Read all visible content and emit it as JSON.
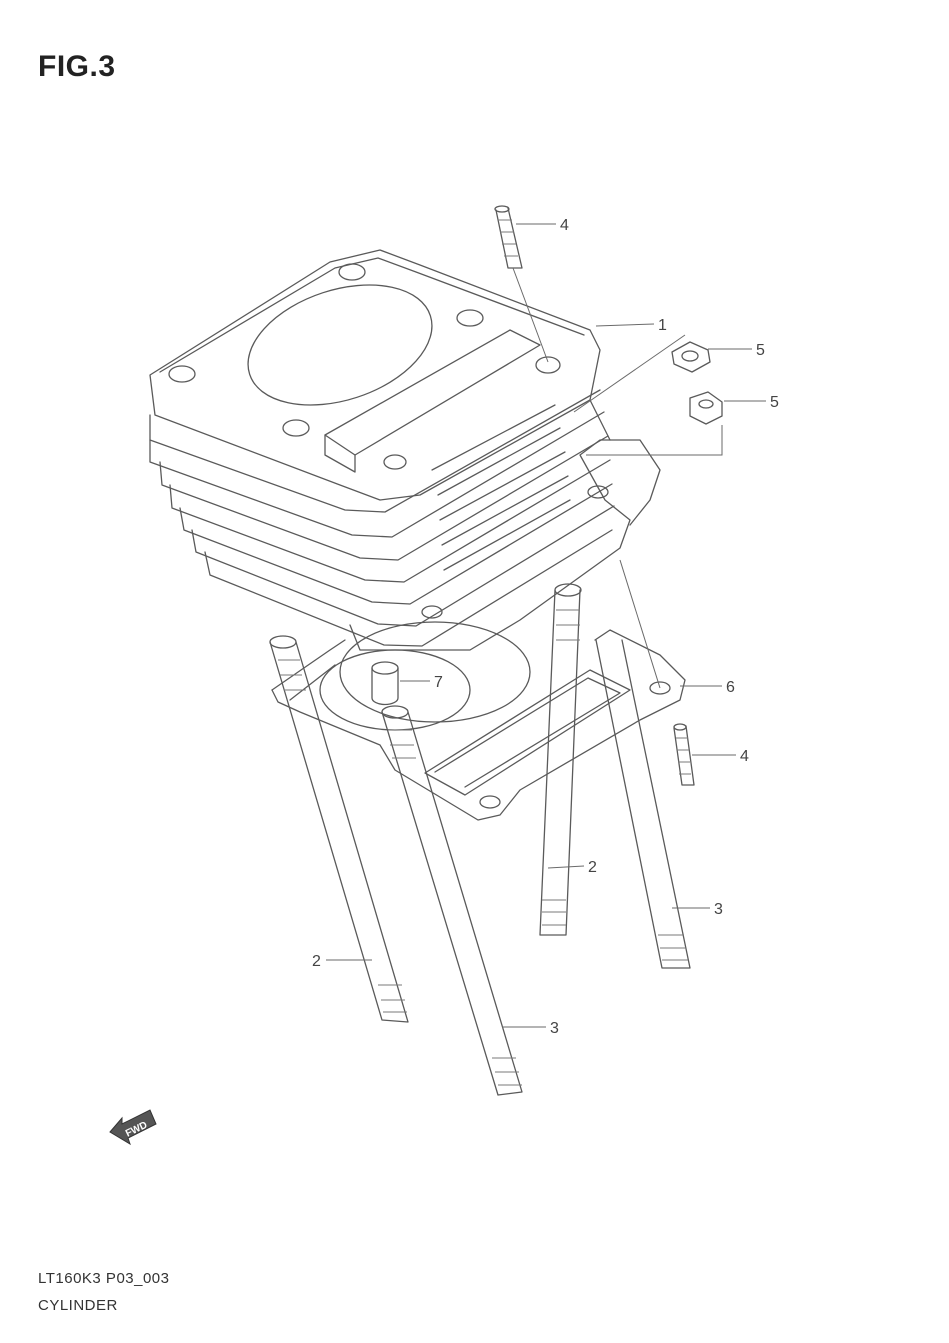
{
  "figure": {
    "title": "FIG.3",
    "code": "LT160K3 P03_003",
    "name": "CYLINDER"
  },
  "fwd_arrow": {
    "label": "FWD"
  },
  "callouts": [
    {
      "id": "c-4a",
      "label": "4"
    },
    {
      "id": "c-1",
      "label": "1"
    },
    {
      "id": "c-5a",
      "label": "5"
    },
    {
      "id": "c-5b",
      "label": "5"
    },
    {
      "id": "c-7",
      "label": "7"
    },
    {
      "id": "c-6",
      "label": "6"
    },
    {
      "id": "c-4b",
      "label": "4"
    },
    {
      "id": "c-2a",
      "label": "2"
    },
    {
      "id": "c-3a",
      "label": "3"
    },
    {
      "id": "c-2b",
      "label": "2"
    },
    {
      "id": "c-3b",
      "label": "3"
    }
  ]
}
